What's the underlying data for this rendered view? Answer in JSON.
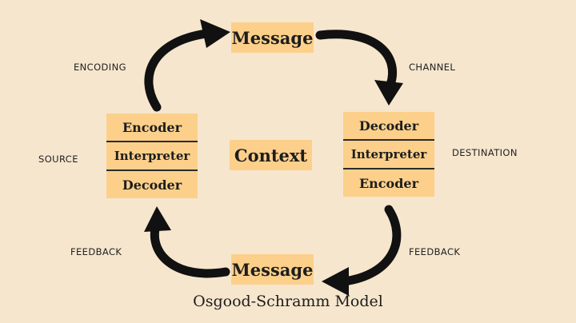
{
  "message_top": "Message",
  "message_bottom": "Message",
  "context": "Context",
  "source_stack": [
    "Encoder",
    "Interpreter",
    "Decoder"
  ],
  "destination_stack": [
    "Decoder",
    "Interpreter",
    "Encoder"
  ],
  "labels": {
    "encoding": "ENCODING",
    "channel": "CHANNEL",
    "source": "SOURCE",
    "destination": "DESTINATION",
    "feedback_left": "FEEDBACK",
    "feedback_right": "FEEDBACK"
  },
  "title": "Osgood-Schramm Model",
  "colors": {
    "background": "#f6e6cd",
    "box": "#fcd08b",
    "arrow": "#111111"
  }
}
